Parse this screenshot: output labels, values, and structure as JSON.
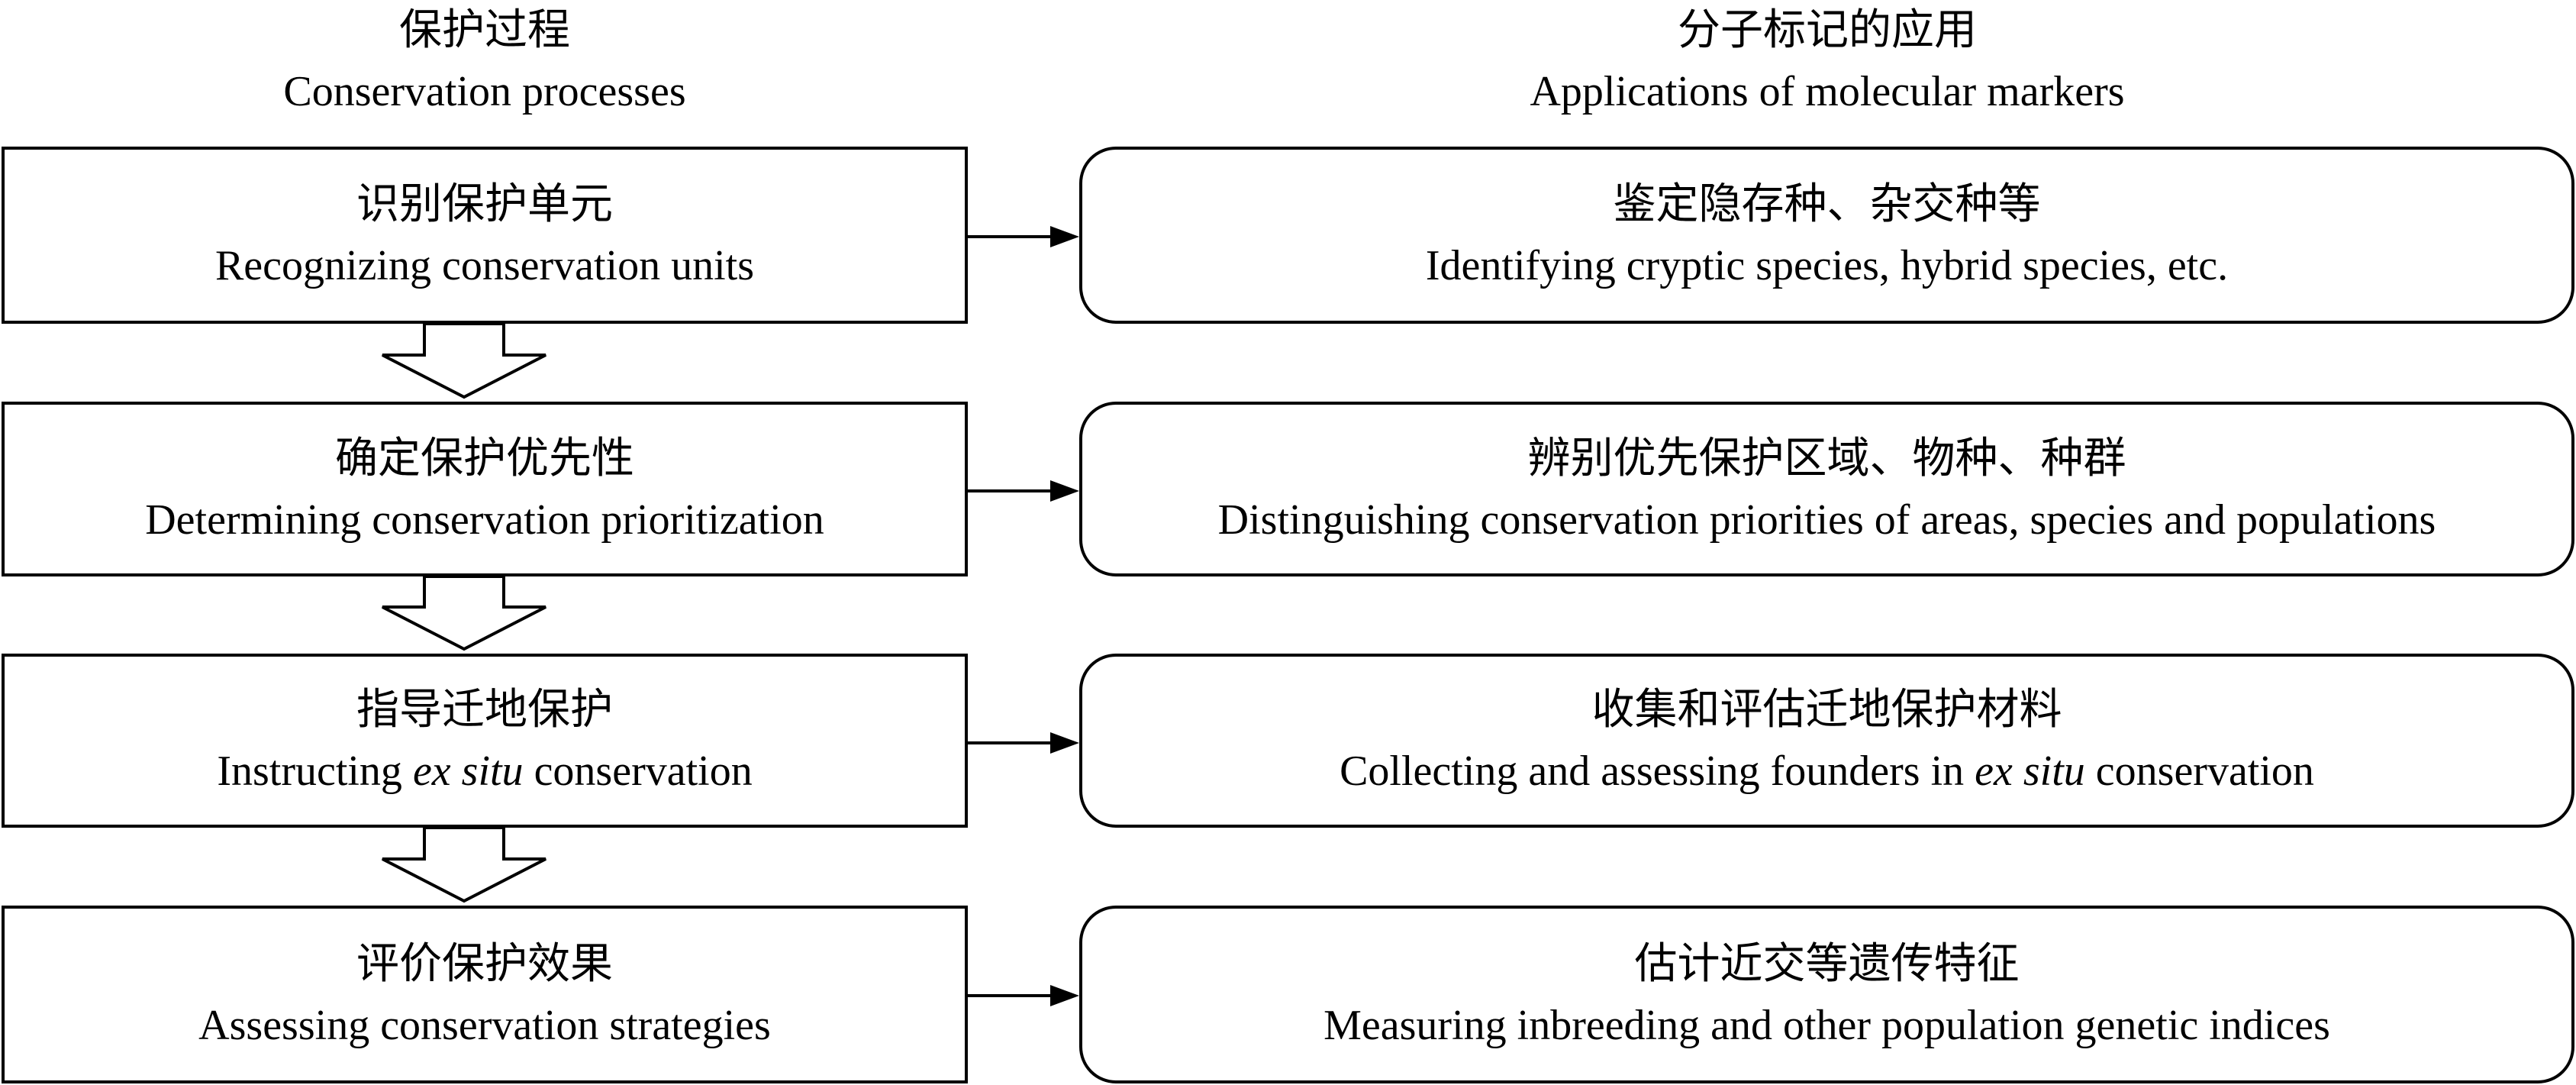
{
  "headers": {
    "left": {
      "zh": "保护过程",
      "en": "Conservation processes"
    },
    "right": {
      "zh": "分子标记的应用",
      "en": "Applications of molecular markers"
    }
  },
  "processes": [
    {
      "zh": "识别保护单元",
      "en": "Recognizing conservation units"
    },
    {
      "zh": "确定保护优先性",
      "en": "Determining conservation prioritization"
    },
    {
      "zh": "指导迁地保护",
      "en_pre": "Instructing ",
      "en_italic": "ex situ",
      "en_post": " conservation"
    },
    {
      "zh": "评价保护效果",
      "en": "Assessing conservation strategies"
    }
  ],
  "applications": [
    {
      "zh": "鉴定隐存种、杂交种等",
      "en": "Identifying cryptic species, hybrid species, etc."
    },
    {
      "zh": "辨别优先保护区域、物种、种群",
      "en": "Distinguishing conservation priorities of areas, species and populations"
    },
    {
      "zh": "收集和评估迁地保护材料",
      "en_pre": "Collecting and assessing founders in ",
      "en_italic": "ex situ",
      "en_post": " conservation"
    },
    {
      "zh": "估计近交等遗传特征",
      "en": "Measuring inbreeding and other population genetic indices"
    }
  ]
}
